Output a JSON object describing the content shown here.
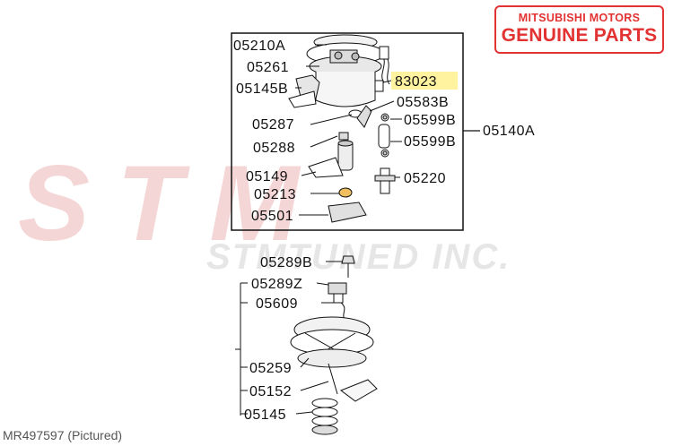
{
  "logo": {
    "line1": "MITSUBISHI MOTORS",
    "line2": "GENUINE PARTS"
  },
  "watermark": {
    "big": "STM",
    "small": "STMTUNED INC."
  },
  "highlight_color": "#fff3a0",
  "accent_color": "#e23232",
  "labels": {
    "l05210A": "05210A",
    "l05261": "05261",
    "l05145B": "05145B",
    "l83023": "83023",
    "l05583B": "05583B",
    "l05287": "05287",
    "l05599B_1": "05599B",
    "l05599B_2": "05599B",
    "l05140A": "05140A",
    "l05288": "05288",
    "l05149": "05149",
    "l05220": "05220",
    "l05213": "05213",
    "l05501": "05501",
    "l05289B": "05289B",
    "l05289Z": "05289Z",
    "l05609": "05609",
    "l05259": "05259",
    "l05152": "05152",
    "l05145": "05145"
  },
  "caption": "MR497597   (Pictured)"
}
